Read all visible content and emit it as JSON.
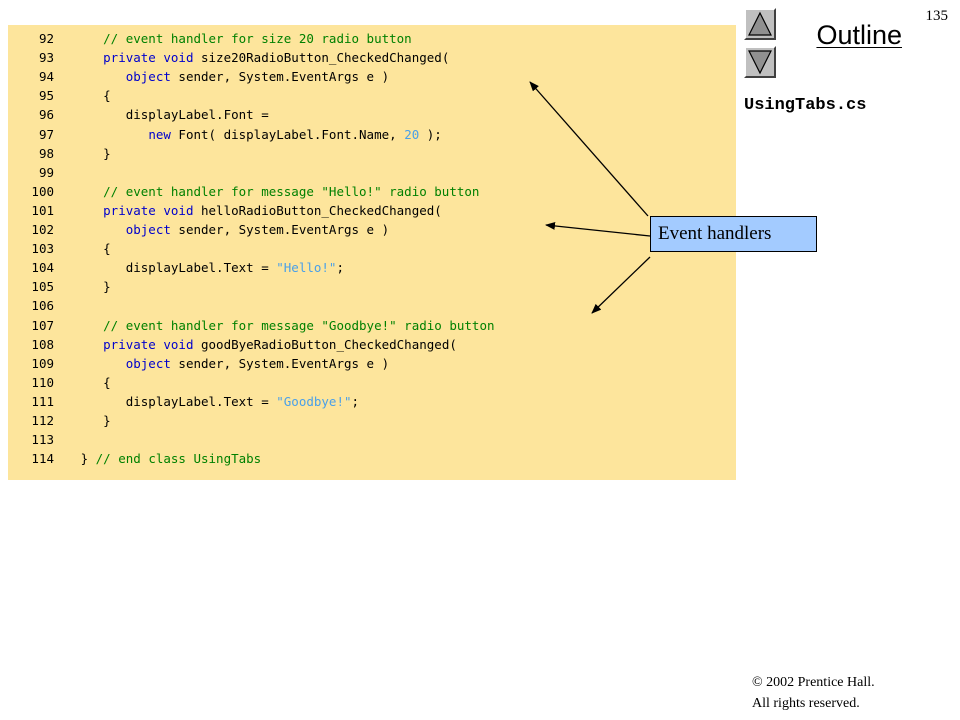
{
  "slide_number": "135",
  "outline_title": "Outline",
  "file_name": "UsingTabs.cs",
  "nav": {
    "up_icon": "triangle-up-icon",
    "down_icon": "triangle-down-icon"
  },
  "callout": "Event handlers",
  "copyright": {
    "line1": "© 2002 Prentice Hall.",
    "line2": "All rights reserved."
  },
  "colors": {
    "code_background": "#fde59c",
    "comment": "#008000",
    "keyword": "#0000cc",
    "string_literal": "#4aa0e8",
    "callout_background": "#a3cbff"
  },
  "code_lines": [
    {
      "number": "92",
      "tokens": [
        {
          "t": "      ",
          "k": "plain"
        },
        {
          "t": "// event handler for size 20 radio button",
          "k": "comment"
        }
      ]
    },
    {
      "number": "93",
      "tokens": [
        {
          "t": "      ",
          "k": "plain"
        },
        {
          "t": "private void",
          "k": "keyword"
        },
        {
          "t": " size20RadioButton_CheckedChanged(",
          "k": "plain"
        }
      ]
    },
    {
      "number": "94",
      "tokens": [
        {
          "t": "         ",
          "k": "plain"
        },
        {
          "t": "object",
          "k": "keyword"
        },
        {
          "t": " sender, System.EventArgs e )",
          "k": "plain"
        }
      ]
    },
    {
      "number": "95",
      "tokens": [
        {
          "t": "      {",
          "k": "plain"
        }
      ]
    },
    {
      "number": "96",
      "tokens": [
        {
          "t": "         displayLabel.Font =",
          "k": "plain"
        }
      ]
    },
    {
      "number": "97",
      "tokens": [
        {
          "t": "            ",
          "k": "plain"
        },
        {
          "t": "new",
          "k": "keyword"
        },
        {
          "t": " Font( displayLabel.Font.Name, ",
          "k": "plain"
        },
        {
          "t": "20",
          "k": "number"
        },
        {
          "t": " );",
          "k": "plain"
        }
      ]
    },
    {
      "number": "98",
      "tokens": [
        {
          "t": "      }",
          "k": "plain"
        }
      ]
    },
    {
      "number": "99",
      "tokens": []
    },
    {
      "number": "100",
      "tokens": [
        {
          "t": "      ",
          "k": "plain"
        },
        {
          "t": "// event handler for message \"Hello!\" radio button",
          "k": "comment"
        }
      ]
    },
    {
      "number": "101",
      "tokens": [
        {
          "t": "      ",
          "k": "plain"
        },
        {
          "t": "private void",
          "k": "keyword"
        },
        {
          "t": " helloRadioButton_CheckedChanged(",
          "k": "plain"
        }
      ]
    },
    {
      "number": "102",
      "tokens": [
        {
          "t": "         ",
          "k": "plain"
        },
        {
          "t": "object",
          "k": "keyword"
        },
        {
          "t": " sender, System.EventArgs e )",
          "k": "plain"
        }
      ]
    },
    {
      "number": "103",
      "tokens": [
        {
          "t": "      {",
          "k": "plain"
        }
      ]
    },
    {
      "number": "104",
      "tokens": [
        {
          "t": "         displayLabel.Text = ",
          "k": "plain"
        },
        {
          "t": "\"Hello!\"",
          "k": "string"
        },
        {
          "t": ";",
          "k": "plain"
        }
      ]
    },
    {
      "number": "105",
      "tokens": [
        {
          "t": "      }",
          "k": "plain"
        }
      ]
    },
    {
      "number": "106",
      "tokens": []
    },
    {
      "number": "107",
      "tokens": [
        {
          "t": "      ",
          "k": "plain"
        },
        {
          "t": "// event handler for message \"Goodbye!\" radio button",
          "k": "comment"
        }
      ]
    },
    {
      "number": "108",
      "tokens": [
        {
          "t": "      ",
          "k": "plain"
        },
        {
          "t": "private void",
          "k": "keyword"
        },
        {
          "t": " goodByeRadioButton_CheckedChanged(",
          "k": "plain"
        }
      ]
    },
    {
      "number": "109",
      "tokens": [
        {
          "t": "         ",
          "k": "plain"
        },
        {
          "t": "object",
          "k": "keyword"
        },
        {
          "t": " sender, System.EventArgs e )",
          "k": "plain"
        }
      ]
    },
    {
      "number": "110",
      "tokens": [
        {
          "t": "      {",
          "k": "plain"
        }
      ]
    },
    {
      "number": "111",
      "tokens": [
        {
          "t": "         displayLabel.Text = ",
          "k": "plain"
        },
        {
          "t": "\"Goodbye!\"",
          "k": "string"
        },
        {
          "t": ";",
          "k": "plain"
        }
      ]
    },
    {
      "number": "112",
      "tokens": [
        {
          "t": "      }",
          "k": "plain"
        }
      ]
    },
    {
      "number": "113",
      "tokens": []
    },
    {
      "number": "114",
      "tokens": [
        {
          "t": "   } ",
          "k": "plain"
        },
        {
          "t": "// end class UsingTabs",
          "k": "comment"
        }
      ]
    }
  ]
}
